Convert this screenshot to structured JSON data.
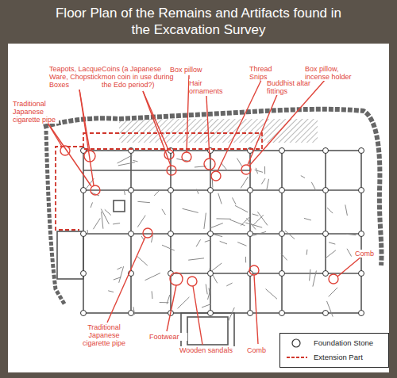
{
  "diagram": {
    "title": "Floor Plan of the Remains and Artifacts found in the Excavation Survey",
    "labels": [
      "Teapots, Lacquer Ware, Chopstick Boxes",
      "Traditional Japanese cigarette pipe",
      "Coins (a Japanese mon coin in use during the Edo period?)",
      "Box pillow",
      "Hair ornaments",
      "Thread Snips",
      "Box pillow, incense holder",
      "Buddhist altar fittings",
      "Comb",
      "Traditional Japanese cigarette pipe",
      "Footwear",
      "Wooden sandals",
      "Comb"
    ],
    "legend": [
      {
        "text": "Foundation Stone"
      },
      {
        "text": "Extension Part"
      }
    ]
  }
}
